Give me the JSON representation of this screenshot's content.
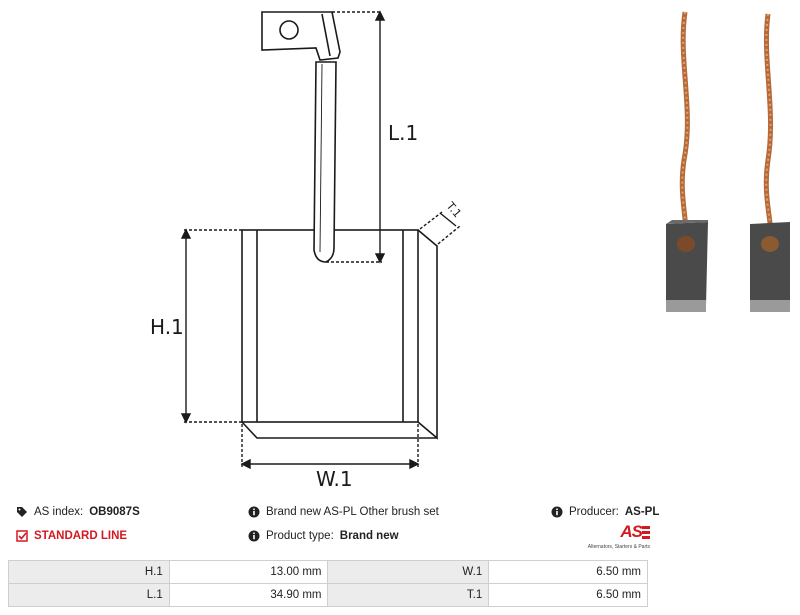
{
  "drawing": {
    "labels": {
      "l1": "L.1",
      "h1": "H.1",
      "w1": "W.1",
      "t1": "T.1"
    }
  },
  "info": {
    "as_index_label": "AS index:",
    "as_index_value": "OB9087S",
    "line": "STANDARD LINE",
    "description": "Brand new AS-PL Other brush set",
    "product_type_label": "Product type:",
    "product_type_value": "Brand new",
    "producer_label": "Producer:",
    "producer_value": "AS-PL"
  },
  "logo": {
    "text": "AS",
    "subtitle": "Alternators, Starters & Parts",
    "color": "#d31920"
  },
  "specs": {
    "rows": [
      {
        "k1": "H.1",
        "v1": "13.00 mm",
        "k2": "W.1",
        "v2": "6.50 mm"
      },
      {
        "k1": "L.1",
        "v1": "34.90 mm",
        "k2": "T.1",
        "v2": "6.50 mm"
      }
    ]
  }
}
